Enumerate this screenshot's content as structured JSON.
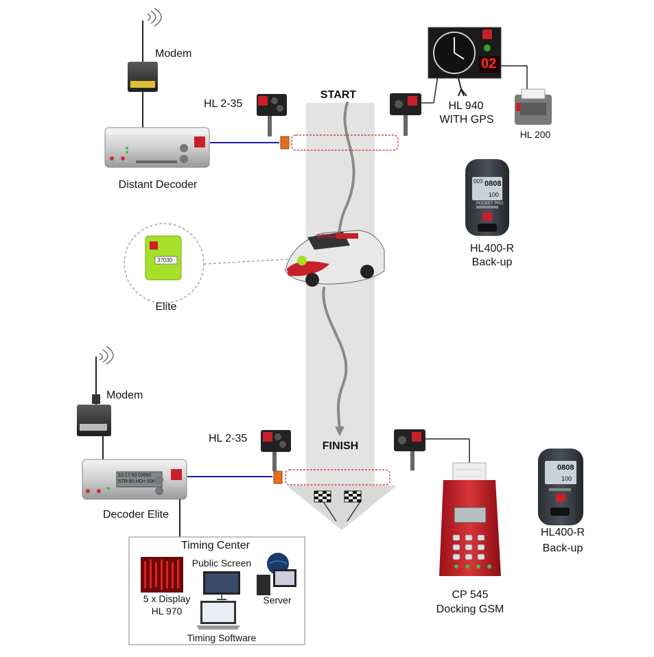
{
  "labels": {
    "modem_top": "Modem",
    "distant_decoder": "Distant Decoder",
    "hl235_top": "HL 2-35",
    "start": "START",
    "hl940_line1": "HL 940",
    "hl940_line2": "WITH GPS",
    "hl200": "HL 200",
    "hl400r_top_line1": "HL400-R",
    "hl400r_top_line2": "Back-up",
    "elite": "Elite",
    "modem_bottom": "Modem",
    "hl235_bottom": "HL 2-35",
    "finish": "FINISH",
    "decoder_elite": "Decoder Elite",
    "hl400r_bottom_line1": "HL400-R",
    "hl400r_bottom_line2": "Back-up",
    "timing_center": "Timing Center",
    "public_screen": "Public Screen",
    "display_line1": "5 x Display",
    "display_line2": "HL 970",
    "server": "Server",
    "timing_software": "Timing Software",
    "cp545_line1": "CP 545",
    "cp545_line2": "Docking GSM"
  },
  "device_text": {
    "elite_tag_id": "37030",
    "decoder_lcd_line1": "10:17:50  02692",
    "decoder_lcd_line2": "STR:80 HO+   000",
    "stopwatch_top_left": "003",
    "stopwatch_top_main": "0808",
    "stopwatch_top_bottom": "100",
    "stopwatch_brand": "POCKET PRO",
    "stopwatch_bottom_main": "0808",
    "stopwatch_bottom_bottom": "100",
    "scoreboard_digits": "02",
    "car_sponsor": "BOSCH"
  },
  "colors": {
    "track": "#e3e3e3",
    "cable": "#1a1aa8",
    "loop": "#cc2222",
    "lime_tag": "#a6e02a",
    "red_device": "#c8202a",
    "decoder_red": "#d23a30"
  }
}
